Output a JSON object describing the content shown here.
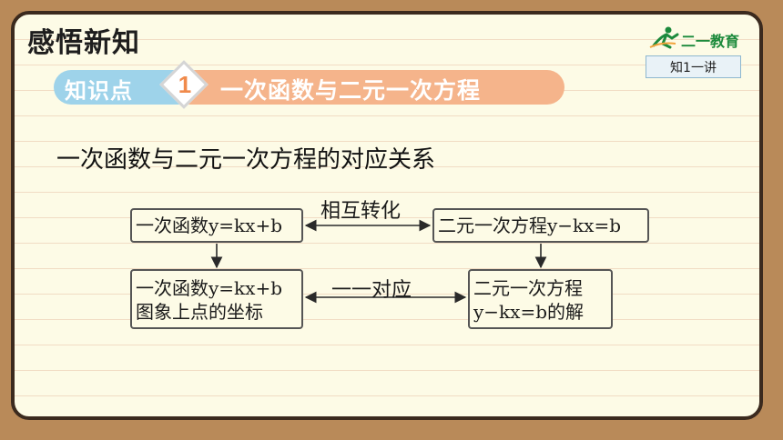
{
  "header": {
    "title": "感悟新知",
    "logo_text": "二一教育",
    "badge": "知1一讲"
  },
  "knowledge_point": {
    "label": "知识点",
    "number": "1",
    "title": "一次函数与二元一次方程"
  },
  "subtitle": "一次函数与二元一次方程的对应关系",
  "diagram": {
    "box_function": "一次函数y=kx+b",
    "box_equation": "二元一次方程y−kx=b",
    "box_points_line1": "一次函数y=kx+b",
    "box_points_line2": "图象上点的坐标",
    "box_solution_line1": "二元一次方程",
    "box_solution_line2": "y−kx=b的解",
    "label_top": "相互转化",
    "label_bottom": "一一对应"
  }
}
